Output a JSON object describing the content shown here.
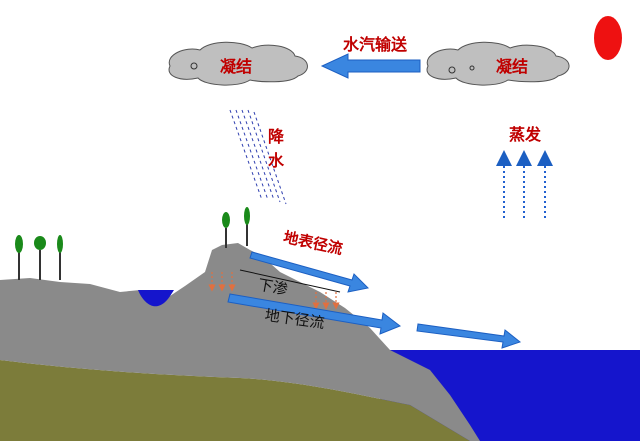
{
  "labels": {
    "cloud_left": "凝结",
    "cloud_right": "凝结",
    "vapor_transport": "水汽输送",
    "precip_char1": "降",
    "precip_char2": "水",
    "evaporation": "蒸发",
    "surface_runoff": "地表径流",
    "infiltration": "下渗",
    "groundwater_runoff": "地下径流"
  },
  "colors": {
    "sky": "#ffffff",
    "cloud": "#bfbfbf",
    "ground_gray": "#8a8a8a",
    "soil": "#7f7f3a",
    "water": "#1515cc",
    "arrow_blue": "#2f86e8",
    "sun": "#ee1111",
    "label_red": "#c00000",
    "tree": "#1a8a1a"
  }
}
